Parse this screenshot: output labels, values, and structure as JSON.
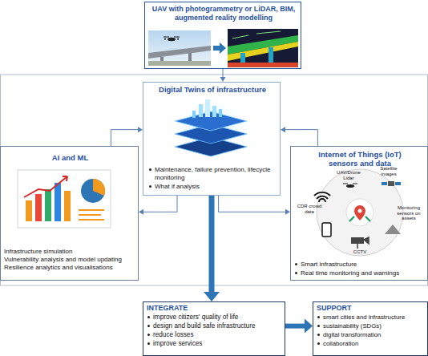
{
  "diagram": {
    "nodes": [
      {
        "text": [
          "UAV with photogrammetry or LiDAR, BIM, augmented reality modelling"
        ]
      },
      {
        "text": [
          "Digital Twins of infrastructure",
          "Maintenance, failure prevention, lifecycle monitoring",
          "What if analysis"
        ]
      },
      {
        "text": [
          "AI and ML",
          "Infrastructure simulation",
          "Vulnerability analysis and model updating",
          "Resilience analytics and visualisations"
        ]
      },
      {
        "text": [
          "Internet of Things (IoT) sensors and data",
          "Smart infrastructure",
          "Real time monitoring and warnings"
        ]
      },
      {
        "text": [
          "INTEGRATE",
          "improve citizers' quality of life",
          "design and build safe infrastructure",
          "reduce losses",
          "improve services"
        ]
      },
      {
        "text": [
          "SUPPORT",
          "smart cities and infrastructure",
          "sustainability (SDGs)",
          "digital transformation",
          "collaboration"
        ]
      }
    ],
    "edges": [
      {
        "from": 0,
        "to": 1,
        "arrow": "to"
      },
      {
        "from": 2,
        "to": 1,
        "arrow": "to"
      },
      {
        "from": 3,
        "to": 1,
        "arrow": "to"
      },
      {
        "from": 1,
        "to": 2,
        "arrow": "to"
      },
      {
        "from": 1,
        "to": 3,
        "arrow": "to"
      },
      {
        "from": 1,
        "to": 4,
        "arrow": "to"
      },
      {
        "from": 4,
        "to": 5,
        "arrow": "to"
      }
    ],
    "labels": [
      "UAV/Drone Lidar",
      "Satellite images",
      "CDR crowd data",
      "Monitoring sensors on assets",
      "CCTV"
    ]
  }
}
